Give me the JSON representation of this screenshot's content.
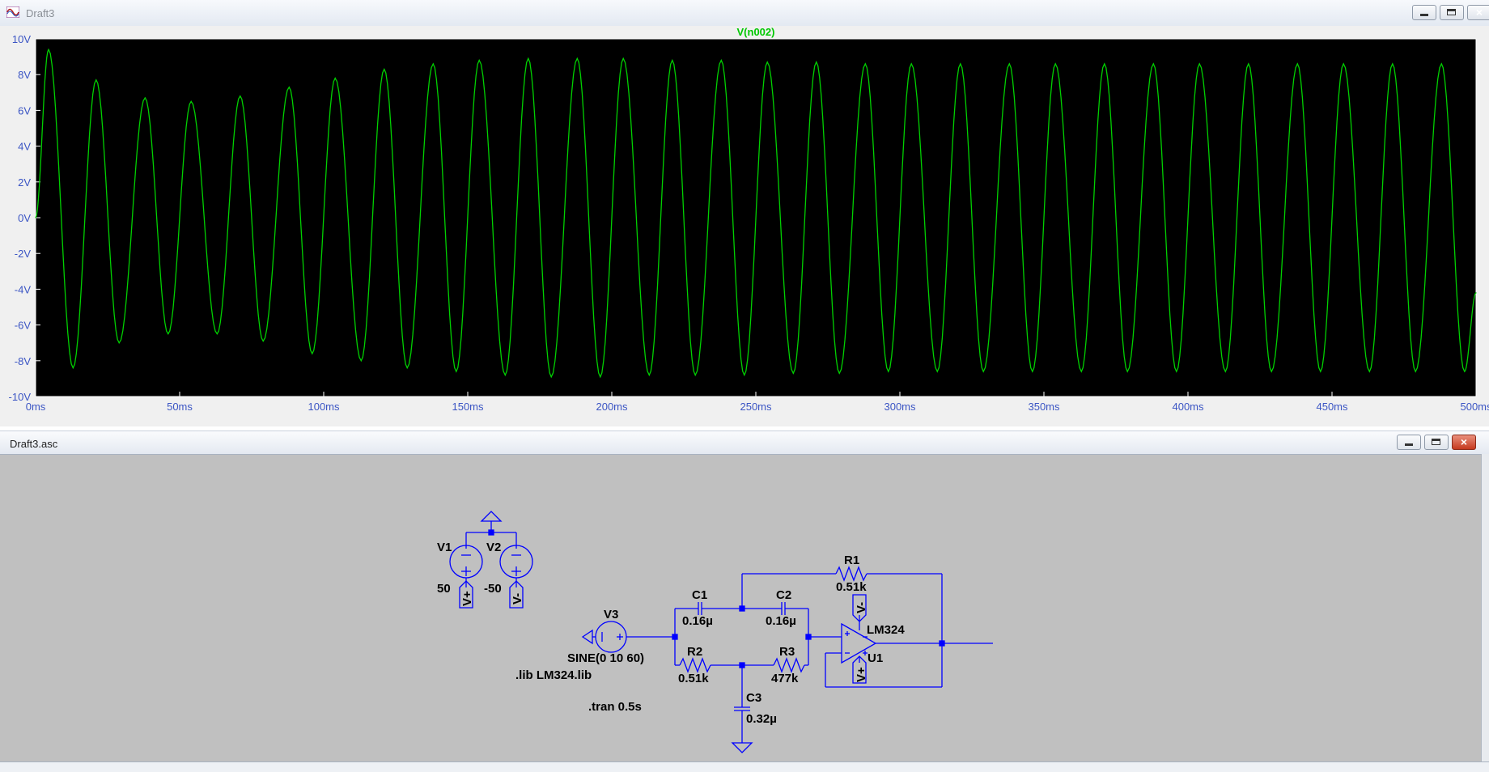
{
  "waveform_window": {
    "title": "Draft3",
    "trace_name": "V(n002)",
    "chart_data": {
      "type": "line",
      "title": "V(n002)",
      "xlabel": "",
      "ylabel": "",
      "x_unit": "ms",
      "xlim": [
        0,
        500
      ],
      "ylim": [
        -10,
        10
      ],
      "x_ticks": [
        "0ms",
        "50ms",
        "100ms",
        "150ms",
        "200ms",
        "250ms",
        "300ms",
        "350ms",
        "400ms",
        "450ms",
        "500ms"
      ],
      "y_ticks": [
        "10V",
        "8V",
        "6V",
        "4V",
        "2V",
        "0V",
        "-2V",
        "-4V",
        "-6V",
        "-8V",
        "-10V"
      ],
      "grid": false,
      "series": [
        {
          "name": "V(n002)",
          "color": "#00d000",
          "frequency_hz": 60,
          "x": [
            0,
            4.5,
            13,
            21,
            29,
            38,
            46,
            54,
            63,
            71,
            79,
            88,
            96,
            104,
            113,
            121,
            129,
            138,
            146,
            154,
            163,
            171,
            179,
            188,
            196,
            204,
            213,
            221,
            229,
            238,
            246,
            254,
            263,
            271,
            279,
            288,
            296,
            304,
            313,
            321,
            329,
            338,
            346,
            354,
            363,
            371,
            379,
            388,
            396,
            404,
            413,
            421,
            429,
            438,
            446,
            454,
            463,
            471,
            479,
            488,
            496,
            500
          ],
          "y": [
            0,
            9.4,
            -8.4,
            7.7,
            -7.0,
            6.7,
            -6.5,
            6.5,
            -6.5,
            6.8,
            -6.9,
            7.3,
            -7.6,
            7.8,
            -8.0,
            8.3,
            -8.4,
            8.6,
            -8.6,
            8.8,
            -8.8,
            8.9,
            -8.9,
            8.9,
            -8.9,
            8.9,
            -8.8,
            8.8,
            -8.8,
            8.8,
            -8.8,
            8.7,
            -8.7,
            8.7,
            -8.7,
            8.6,
            -8.6,
            8.6,
            -8.6,
            8.6,
            -8.6,
            8.6,
            -8.6,
            8.6,
            -8.6,
            8.6,
            -8.6,
            8.6,
            -8.6,
            8.6,
            -8.6,
            8.6,
            -8.6,
            8.6,
            -8.6,
            8.6,
            -8.6,
            8.6,
            -8.6,
            8.6,
            -8.6,
            -4.2
          ]
        }
      ]
    }
  },
  "schematic_window": {
    "title": "Draft3.asc",
    "components": {
      "v1": {
        "name": "V1",
        "value": "50",
        "port": "V+"
      },
      "v2": {
        "name": "V2",
        "value": "-50",
        "port": "V-"
      },
      "v3": {
        "name": "V3",
        "value": "SINE(0 10 60)"
      },
      "r1": {
        "name": "R1",
        "value": "0.51k"
      },
      "r2": {
        "name": "R2",
        "value": "0.51k"
      },
      "r3": {
        "name": "R3",
        "value": "477k"
      },
      "c1": {
        "name": "C1",
        "value": "0.16µ"
      },
      "c2": {
        "name": "C2",
        "value": "0.16µ"
      },
      "c3": {
        "name": "C3",
        "value": "0.32µ"
      },
      "u1": {
        "name": "U1",
        "model": "LM324",
        "port_top": "V-",
        "port_bottom": "V+"
      }
    },
    "directives": {
      "lib": ".lib LM324.lib",
      "tran": ".tran 0.5s"
    },
    "wire_color": "#0000ff",
    "component_color": "#1a1aa6"
  }
}
